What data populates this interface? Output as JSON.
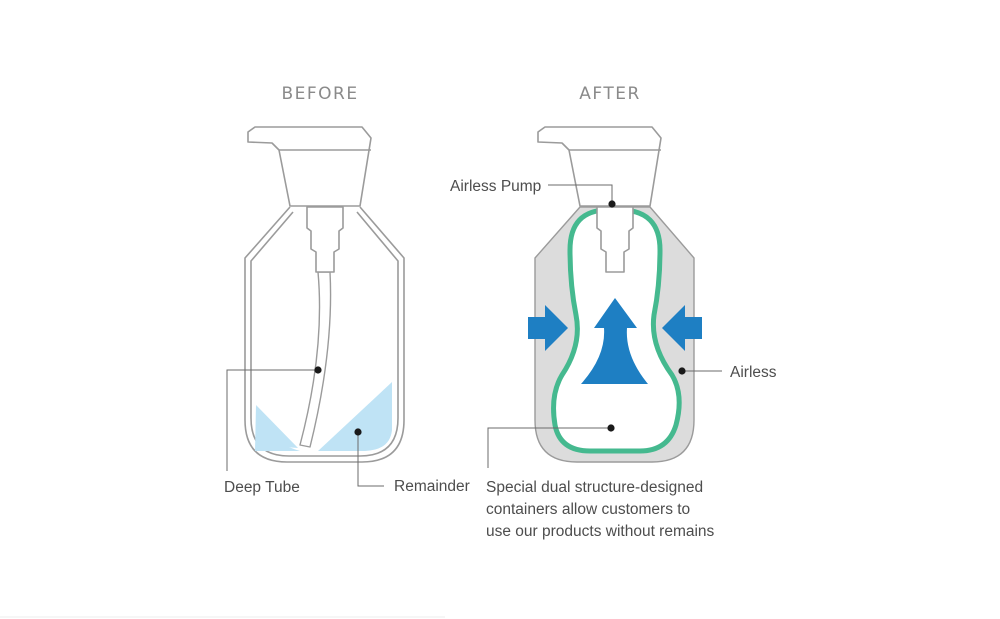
{
  "headings": {
    "before": "BEFORE",
    "after": "AFTER"
  },
  "labels": {
    "deep_tube": "Deep Tube",
    "remainder": "Remainder",
    "airless_pump": "Airless Pump",
    "airless": "Airless",
    "description_lines": [
      "Special dual structure-designed",
      "containers allow customers to",
      "use our products without remains"
    ]
  },
  "colors": {
    "outline": "#9b9b9b",
    "remainder": "#bfe3f5",
    "airless_chamber": "#dcdcdc",
    "inner_bag": "#45b98f",
    "arrow": "#1e7fc3",
    "text": "#4d4d4d",
    "heading": "#8a8a8a"
  },
  "icons": {
    "squeeze_arrows": "arrow-right-icon",
    "push_up_arrow": "arrow-up-icon"
  }
}
